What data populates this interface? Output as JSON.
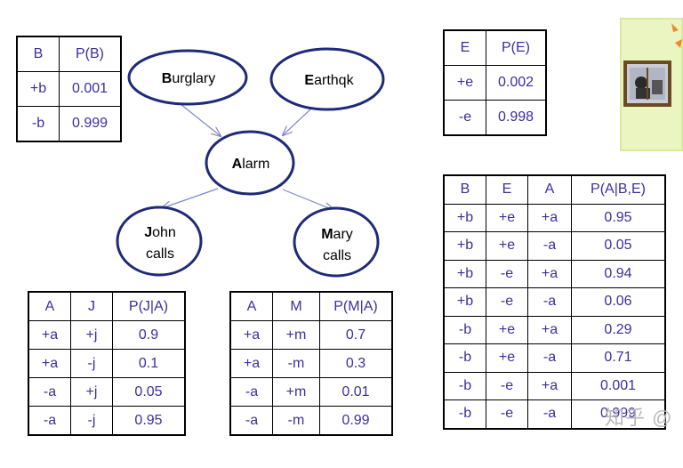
{
  "nodes": {
    "burglary": {
      "initial": "B",
      "rest": "urglary"
    },
    "earthquake": {
      "initial": "E",
      "rest": "arthqk"
    },
    "alarm": {
      "initial": "A",
      "rest": "larm"
    },
    "john": {
      "initial": "J",
      "rest": "ohn",
      "line2": "calls"
    },
    "mary": {
      "initial": "M",
      "rest": "ary",
      "line2": "calls"
    }
  },
  "tables": {
    "b": {
      "headers": [
        "B",
        "P(B)"
      ],
      "rows": [
        [
          "+b",
          "0.001"
        ],
        [
          "-b",
          "0.999"
        ]
      ]
    },
    "e": {
      "headers": [
        "E",
        "P(E)"
      ],
      "rows": [
        [
          "+e",
          "0.002"
        ],
        [
          "-e",
          "0.998"
        ]
      ]
    },
    "j": {
      "headers": [
        "A",
        "J",
        "P(J|A)"
      ],
      "rows": [
        [
          "+a",
          "+j",
          "0.9"
        ],
        [
          "+a",
          "-j",
          "0.1"
        ],
        [
          "-a",
          "+j",
          "0.05"
        ],
        [
          "-a",
          "-j",
          "0.95"
        ]
      ]
    },
    "m": {
      "headers": [
        "A",
        "M",
        "P(M|A)"
      ],
      "rows": [
        [
          "+a",
          "+m",
          "0.7"
        ],
        [
          "+a",
          "-m",
          "0.3"
        ],
        [
          "-a",
          "+m",
          "0.01"
        ],
        [
          "-a",
          "-m",
          "0.99"
        ]
      ]
    },
    "a": {
      "headers": [
        "B",
        "E",
        "A",
        "P(A|B,E)"
      ],
      "rows": [
        [
          "+b",
          "+e",
          "+a",
          "0.95"
        ],
        [
          "+b",
          "+e",
          "-a",
          "0.05"
        ],
        [
          "+b",
          "-e",
          "+a",
          "0.94"
        ],
        [
          "+b",
          "-e",
          "-a",
          "0.06"
        ],
        [
          "-b",
          "+e",
          "+a",
          "0.29"
        ],
        [
          "-b",
          "+e",
          "-a",
          "0.71"
        ],
        [
          "-b",
          "-e",
          "+a",
          "0.001"
        ],
        [
          "-b",
          "-e",
          "-a",
          "0.999"
        ]
      ]
    }
  },
  "watermark": "知乎 @",
  "colors": {
    "table_text": "#3a2fa0",
    "node_stroke": "#1f2a78",
    "edge": "#7f88c8"
  }
}
